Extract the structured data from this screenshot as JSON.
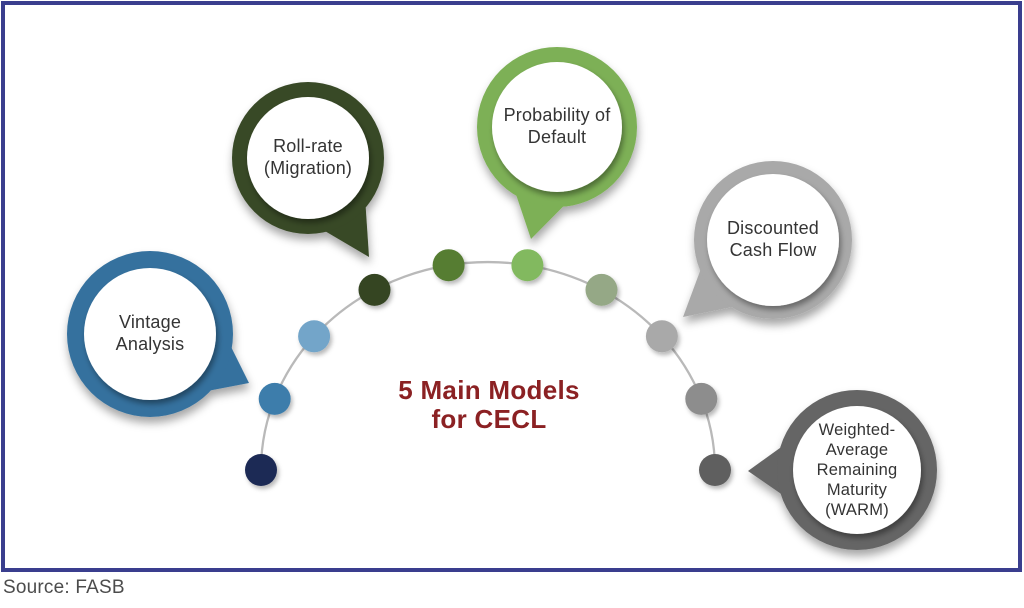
{
  "frame": {
    "border_color": "#3a3e8e"
  },
  "title": {
    "line1": "5 Main Models",
    "line2": "for CECL",
    "color": "#8b2123"
  },
  "source_label": "Source: FASB",
  "bubbles": [
    {
      "id": "vintage-analysis",
      "label": "Vintage Analysis",
      "color": "#36719e"
    },
    {
      "id": "roll-rate-migration",
      "label": "Roll-rate (Migration)",
      "color": "#394828"
    },
    {
      "id": "probability-of-default",
      "label": "Probability of Default",
      "color": "#7db057"
    },
    {
      "id": "discounted-cash-flow",
      "label": "Discounted Cash Flow",
      "color": "#a9a9a9"
    },
    {
      "id": "weighted-average-remaining-maturity-warm",
      "label": "Weighted-Average Remaining Maturity (WARM)",
      "color": "#656565"
    }
  ],
  "arc": {
    "line_color": "#b9b9b9",
    "dot_colors": [
      "#1f2b55",
      "#3e7dab",
      "#73a5c9",
      "#344424",
      "#567d33",
      "#82b95e",
      "#95a886",
      "#a9a9a9",
      "#8d8d8d",
      "#5f5f5f"
    ]
  }
}
